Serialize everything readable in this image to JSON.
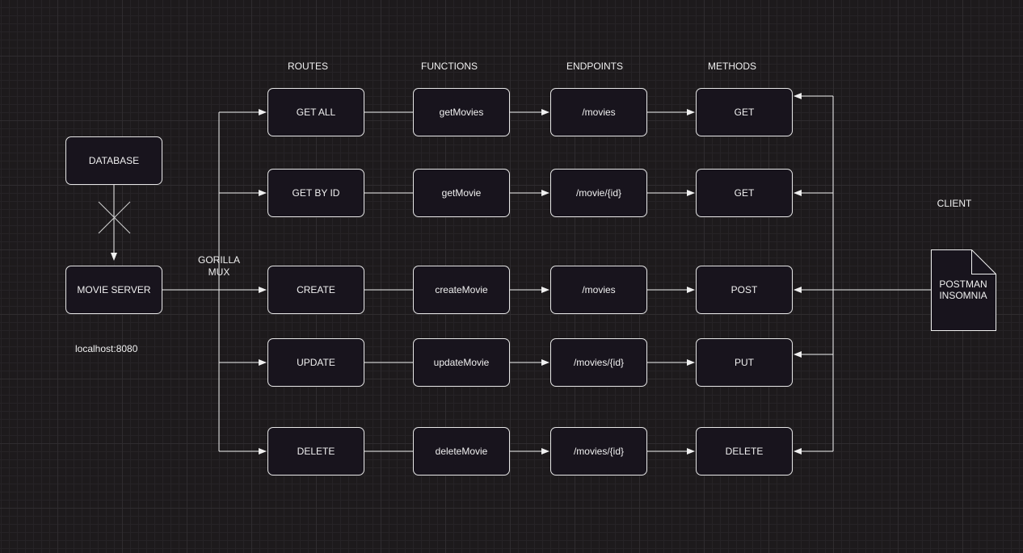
{
  "headers": {
    "routes": "ROUTES",
    "functions": "FUNCTIONS",
    "endpoints": "ENDPOINTS",
    "methods": "METHODS"
  },
  "nodes": {
    "database": "DATABASE",
    "movie_server": "MOVIE SERVER"
  },
  "labels": {
    "localhost": "localhost:8080",
    "router_line1": "GORILLA",
    "router_line2": "MUX",
    "client": "CLIENT"
  },
  "client_doc": {
    "line1": "POSTMAN",
    "line2": "INSOMNIA"
  },
  "rows": [
    {
      "route": "GET ALL",
      "function": "getMovies",
      "endpoint": "/movies",
      "method": "GET"
    },
    {
      "route": "GET BY ID",
      "function": "getMovie",
      "endpoint": "/movie/{id}",
      "method": "GET"
    },
    {
      "route": "CREATE",
      "function": "createMovie",
      "endpoint": "/movies",
      "method": "POST"
    },
    {
      "route": "UPDATE",
      "function": "updateMovie",
      "endpoint": "/movies/{id}",
      "method": "PUT"
    },
    {
      "route": "DELETE",
      "function": "deleteMovie",
      "endpoint": "/movies/{id}",
      "method": "DELETE"
    }
  ],
  "colors": {
    "background": "#1d1a1c",
    "node_fill": "#18141d",
    "stroke": "#e6e6e6",
    "text": "#f0f0f0"
  }
}
